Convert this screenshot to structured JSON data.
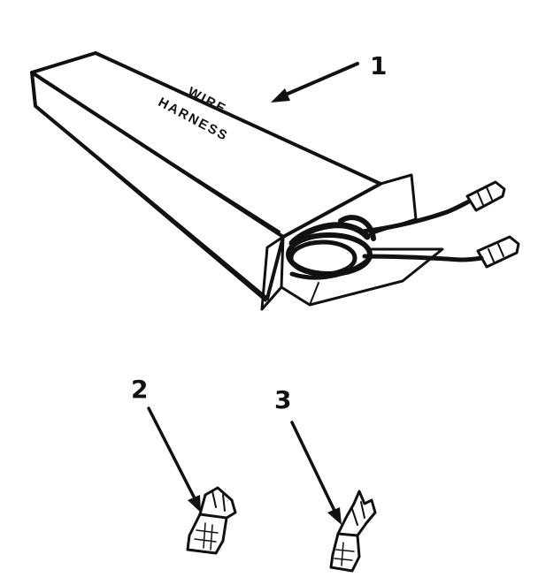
{
  "box": {
    "label_line1": "WIRE",
    "label_line2": "HARNESS"
  },
  "callouts": [
    {
      "id": "1",
      "label": "1"
    },
    {
      "id": "2",
      "label": "2"
    },
    {
      "id": "3",
      "label": "3"
    }
  ],
  "colors": {
    "ink": "#111111",
    "paper": "#ffffff"
  }
}
